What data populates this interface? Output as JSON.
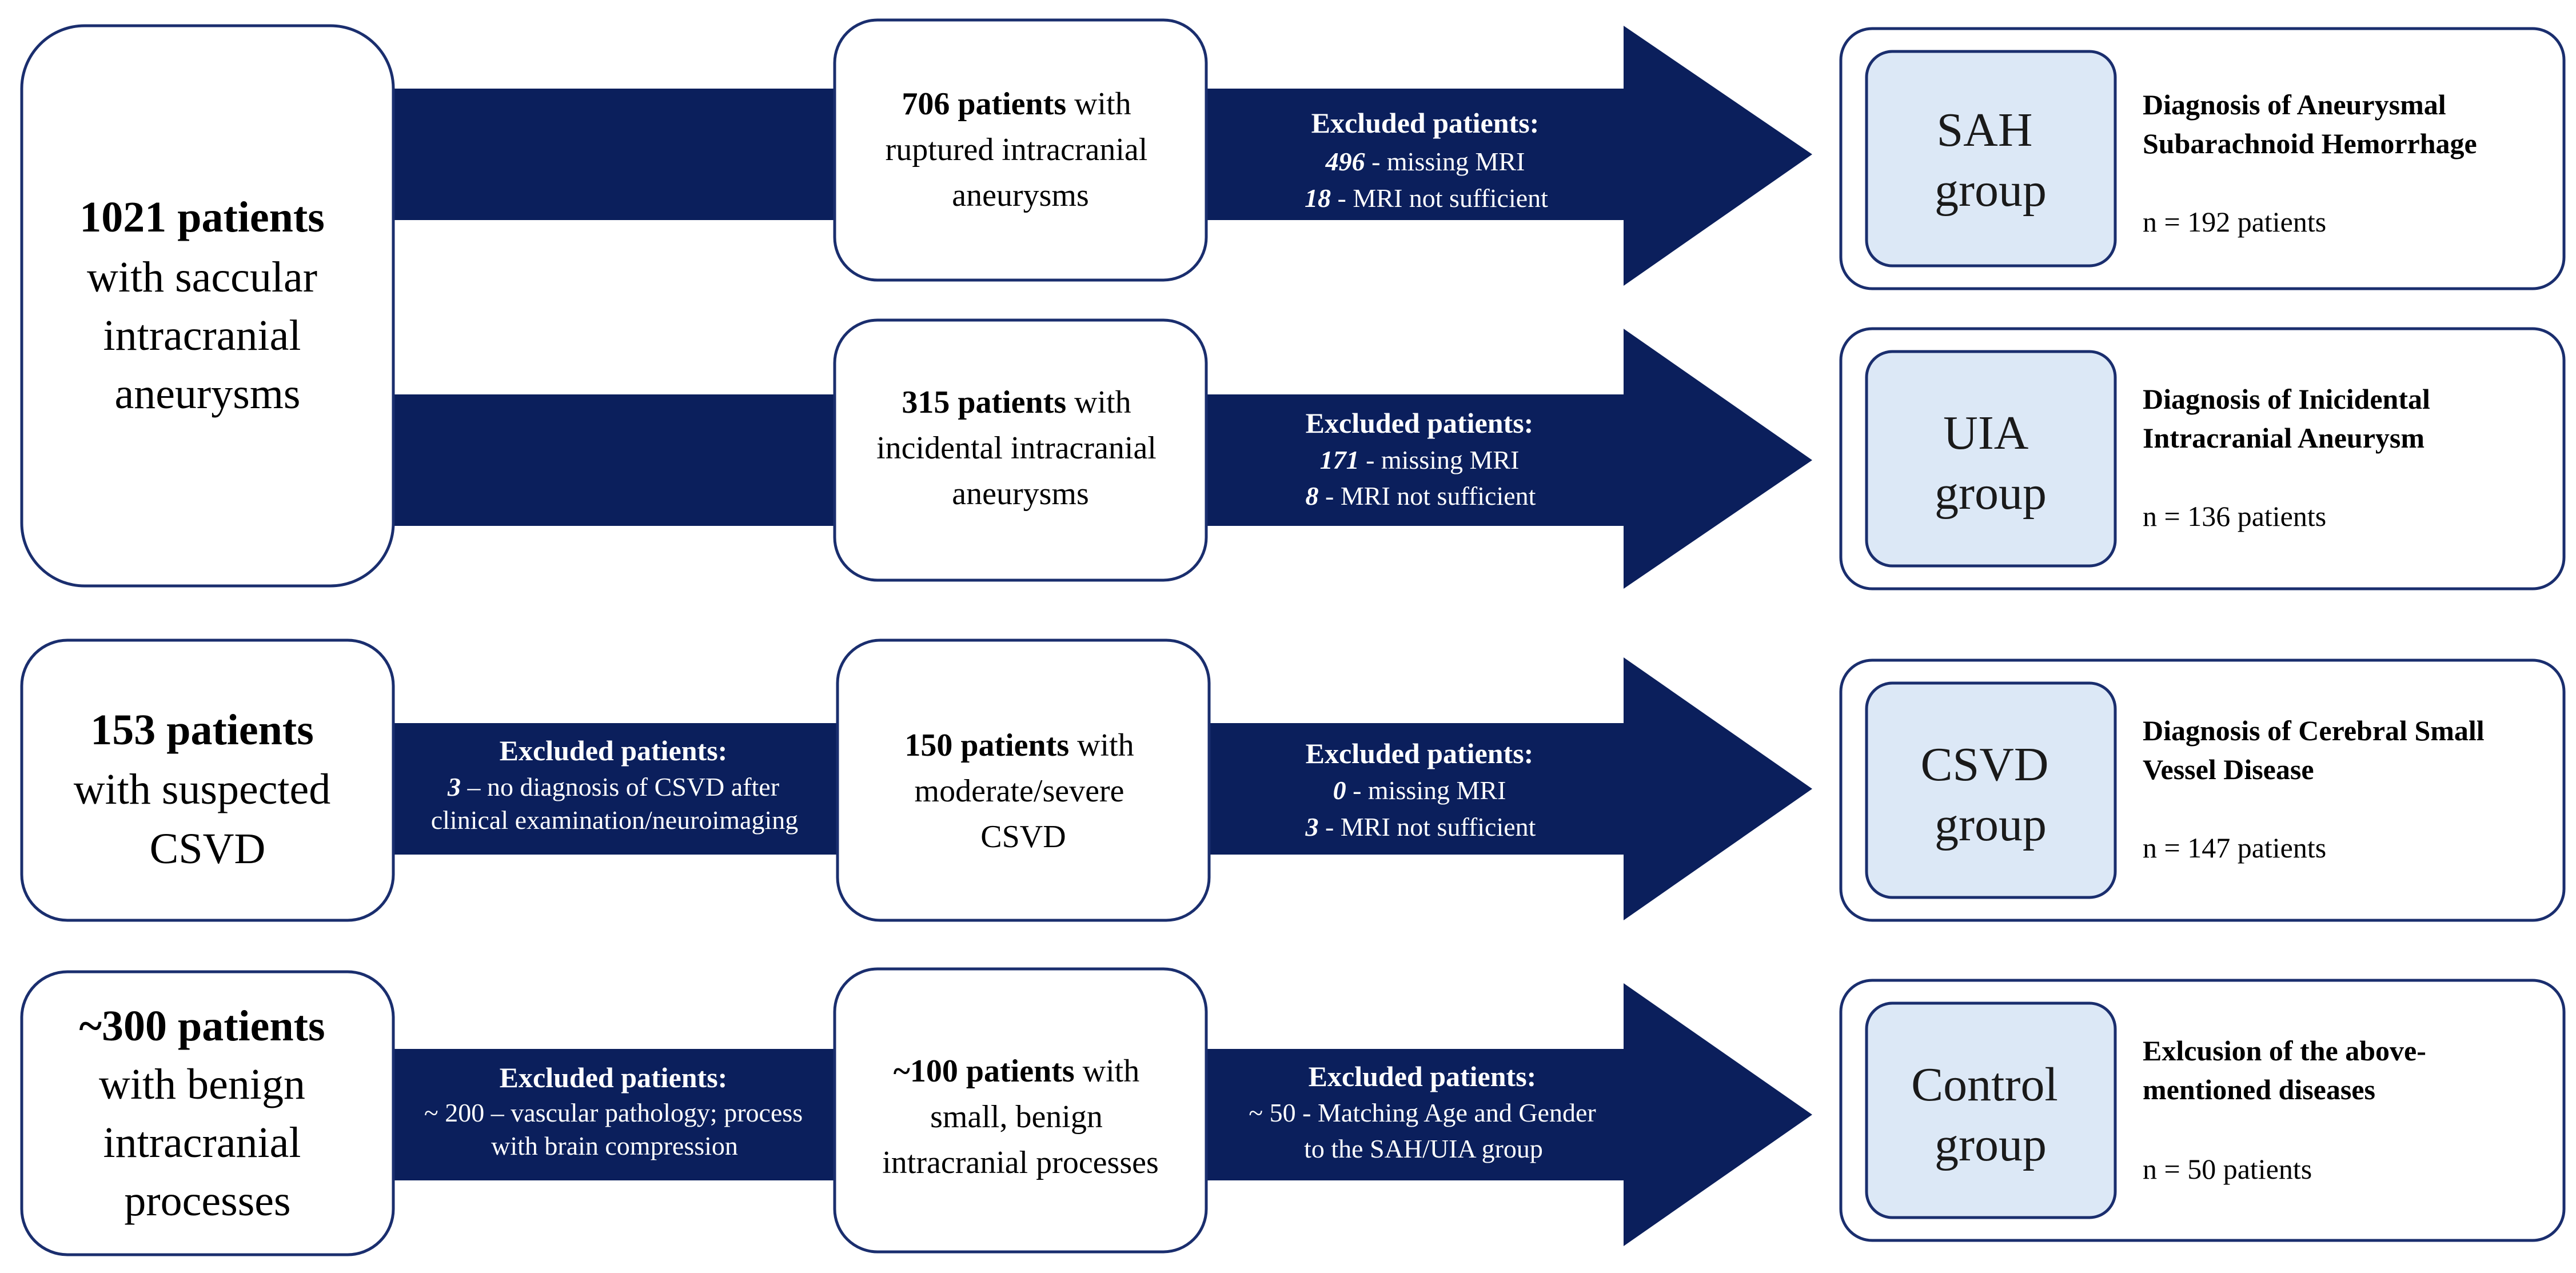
{
  "colors": {
    "bar": "#0b1f5c",
    "box_border": "#1a2e6e",
    "group_fill": "#dce8f6"
  },
  "sources": [
    {
      "count": "1021 patients",
      "lines": [
        "with saccular",
        "intracranial",
        "aneurysms"
      ]
    },
    {
      "count": "153 patients",
      "lines": [
        "with suspected",
        "CSVD"
      ]
    },
    {
      "count": "~300 patients",
      "lines": [
        "with benign",
        "intracranial",
        "processes"
      ]
    }
  ],
  "mid_exclusions": [
    {
      "title": "Excluded patients:",
      "lines": [
        {
          "num": "3",
          "text": " – no diagnosis of CSVD after"
        },
        {
          "num": "",
          "text": "clinical examination/neuroimaging"
        }
      ]
    },
    {
      "title": "Excluded patients:",
      "lines": [
        {
          "num": "",
          "text": "~ 200 – vascular pathology; process"
        },
        {
          "num": "",
          "text": "with brain compression"
        }
      ]
    }
  ],
  "cohorts": [
    {
      "count": "706 patients",
      "first_rest": " with",
      "lines": [
        "ruptured intracranial",
        "aneurysms"
      ]
    },
    {
      "count": "315 patients",
      "first_rest": " with",
      "lines": [
        "incidental intracranial",
        "aneurysms"
      ]
    },
    {
      "count": "150 patients",
      "first_rest": " with",
      "lines": [
        "moderate/severe",
        "CSVD"
      ]
    },
    {
      "count": "~100 patients",
      "first_rest": " with",
      "lines": [
        "small, benign",
        "intracranial processes"
      ]
    }
  ],
  "final_exclusions": [
    {
      "title": "Excluded patients:",
      "lines": [
        {
          "num": "496",
          "text": " - missing MRI"
        },
        {
          "num": "18",
          "text": " - MRI not sufficient"
        }
      ]
    },
    {
      "title": "Excluded patients:",
      "lines": [
        {
          "num": "171",
          "text": " - missing MRI"
        },
        {
          "num": "8",
          "text": " - MRI not sufficient"
        }
      ]
    },
    {
      "title": "Excluded patients:",
      "lines": [
        {
          "num": "0",
          "text": " - missing MRI"
        },
        {
          "num": "3",
          "text": " - MRI not sufficient"
        }
      ]
    },
    {
      "title": "Excluded patients:",
      "lines": [
        {
          "num": "",
          "text": "~ 50 - Matching Age and Gender"
        },
        {
          "num": "",
          "text": "to the SAH/UIA  group"
        }
      ]
    }
  ],
  "groups": [
    {
      "name_lines": [
        "SAH",
        "group"
      ],
      "desc_lines": [
        "Diagnosis of Aneurysmal",
        "Subarachnoid Hemorrhage"
      ],
      "n": "n = 192 patients"
    },
    {
      "name_lines": [
        "UIA",
        "group"
      ],
      "desc_lines": [
        "Diagnosis of Inicidental",
        "Intracranial Aneurysm"
      ],
      "n": "n = 136 patients"
    },
    {
      "name_lines": [
        "CSVD",
        "group"
      ],
      "desc_lines": [
        "Diagnosis of Cerebral Small",
        "Vessel Disease"
      ],
      "n": "n = 147 patients"
    },
    {
      "name_lines": [
        "Control",
        "group"
      ],
      "desc_lines": [
        "Exlcusion of the above-",
        "mentioned diseases"
      ],
      "n": "n = 50 patients"
    }
  ]
}
